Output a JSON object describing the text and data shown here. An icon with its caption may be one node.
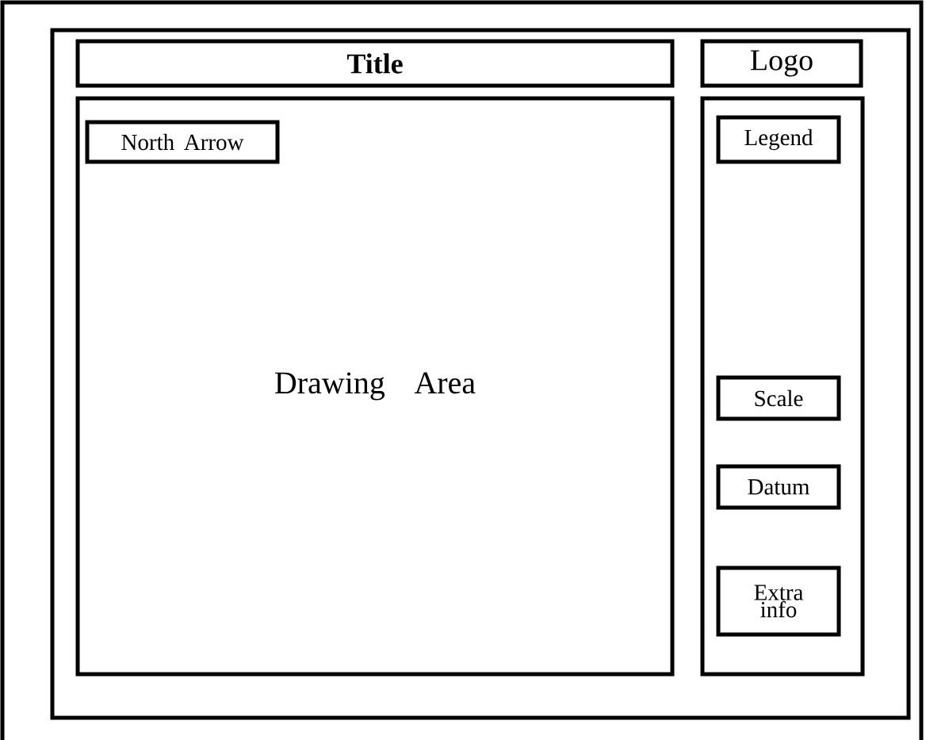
{
  "diagram": {
    "nodes": [
      {
        "text": [],
        "shape": "box"
      },
      {
        "text": [],
        "shape": "box",
        "in": 0
      },
      {
        "text": [
          "Title"
        ],
        "in": 1
      },
      {
        "text": [
          "Logo"
        ],
        "in": 1
      },
      {
        "text": [
          "Drawing Area"
        ],
        "in": 1
      },
      {
        "text": [
          "North Arrow"
        ],
        "in": 4
      },
      {
        "text": [],
        "shape": "box",
        "in": 1
      },
      {
        "text": [
          "Legend"
        ],
        "in": 6
      },
      {
        "text": [
          "Scale"
        ],
        "in": 6
      },
      {
        "text": [
          "Datum"
        ],
        "in": 6
      },
      {
        "text": [
          "Extra info"
        ],
        "in": 6
      }
    ]
  }
}
